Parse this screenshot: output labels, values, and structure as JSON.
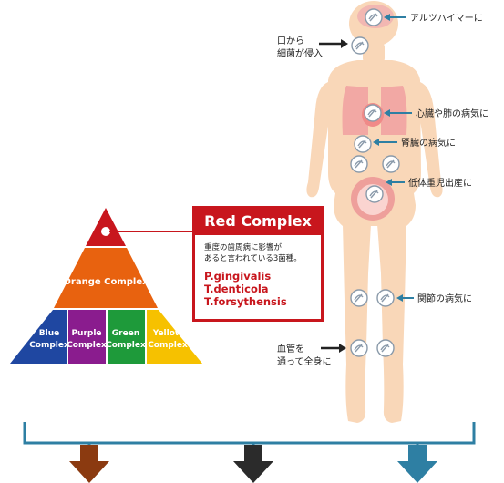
{
  "pyramid": {
    "top_label": "Red Complex",
    "middle_label": "Orange Complex",
    "bottom": [
      {
        "line1": "Blue",
        "line2": "Complex",
        "color": "#1f47a1"
      },
      {
        "line1": "Purple",
        "line2": "Complex",
        "color": "#8a1c8e"
      },
      {
        "line1": "Green",
        "line2": "Complex",
        "color": "#1e9a3a"
      },
      {
        "line1": "Yellow",
        "line2": "Complex",
        "color": "#f6c100"
      }
    ],
    "colors": {
      "red": "#c8161d",
      "orange": "#e8620f"
    }
  },
  "red_box": {
    "title": "Red Complex",
    "desc_line1": "重度の歯周病に影響が",
    "desc_line2": "あると言われている3菌種。",
    "species": [
      "P.gingivalis",
      "T.denticola",
      "T.forsythensis"
    ]
  },
  "left_labels": {
    "mouth_line1": "口から",
    "mouth_line2": "細菌が侵入",
    "blood_line1": "血管を",
    "blood_line2": "通って全身に"
  },
  "right_labels": {
    "alzheimer": "アルツハイマーに",
    "heart_lung": "心臓や肺の病気に",
    "kidney": "腎臓の病気に",
    "low_birth": "低体重児出産に",
    "joint": "関節の病気に"
  },
  "colors": {
    "body": "#f9d7b8",
    "organ": "#f2a8a4",
    "bracket": "#2e7fa3",
    "arrow_label": "#2e7fa3",
    "down_arrows": [
      "#8b3a10",
      "#2b2b2b",
      "#2e7fa3"
    ]
  }
}
